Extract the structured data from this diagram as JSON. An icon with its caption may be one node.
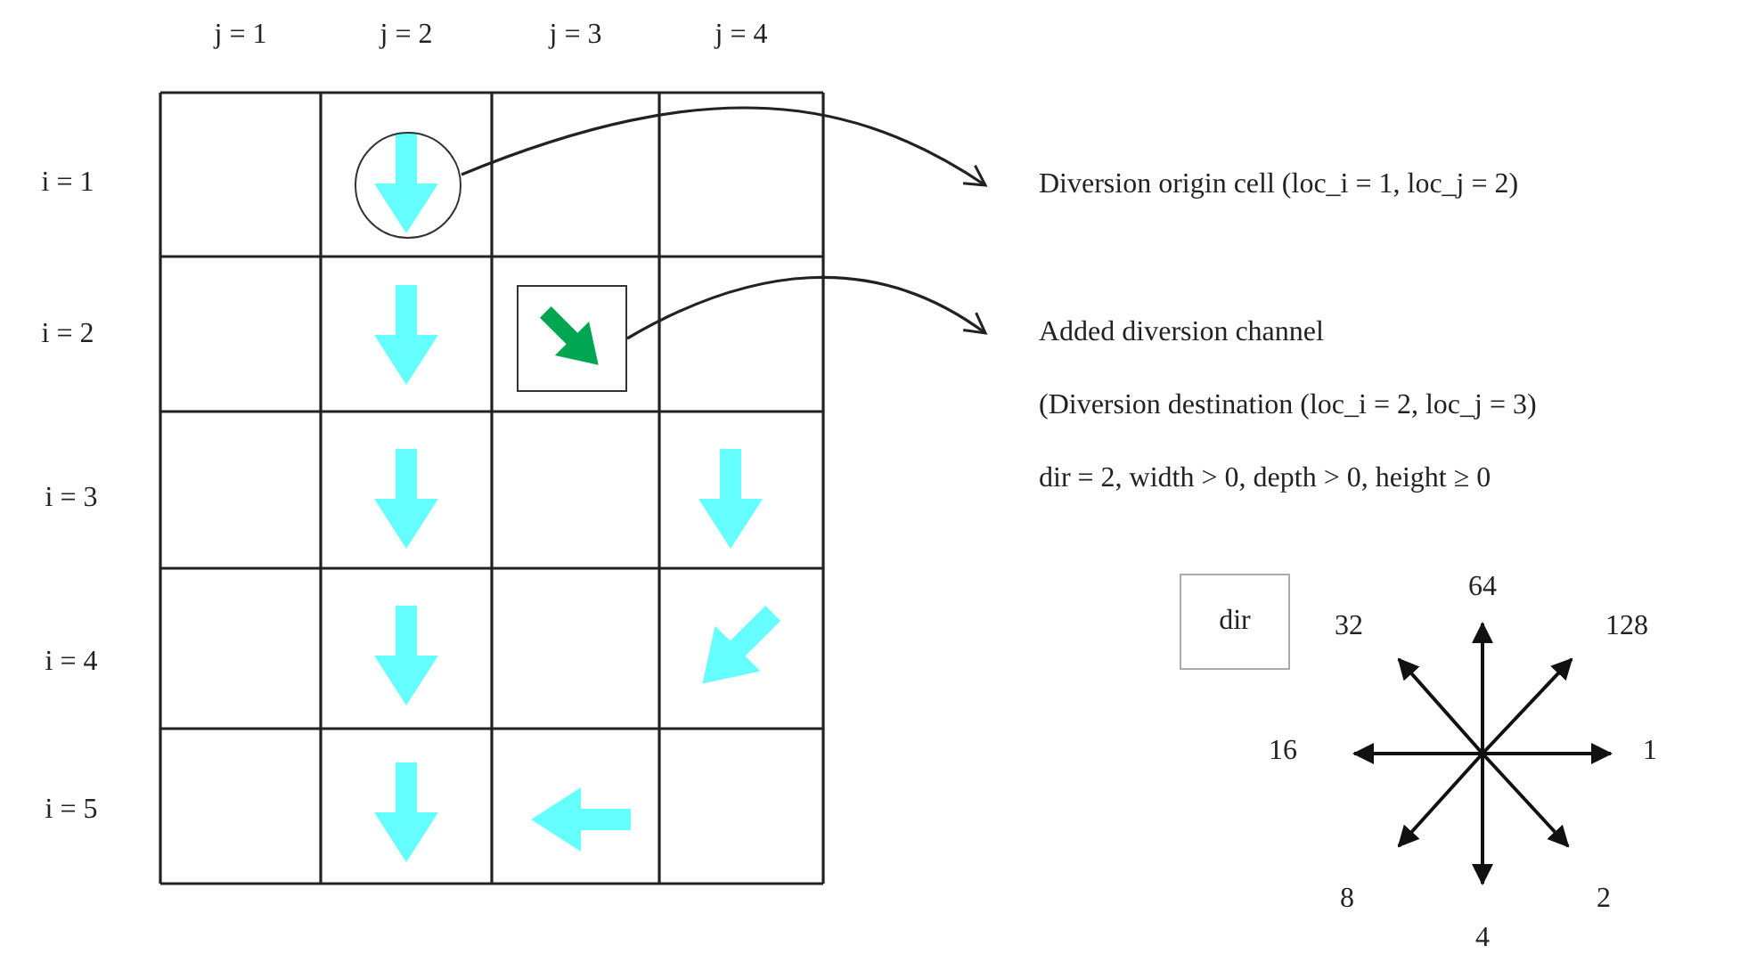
{
  "diagram": {
    "nodes": [
      {
        "text": [],
        "shape": "circle"
      },
      {
        "text": [
          "Diversion origin cell (loc_i = 1, loc_j = 2)"
        ]
      },
      {
        "text": [],
        "shape": "box"
      },
      {
        "text": [
          "Added diversion channel",
          "(Diversion destination (loc_i = 2, loc_j = 3)",
          "dir = 2, width > 0, depth > 0, height ≥ 0"
        ]
      },
      {
        "text": [
          "dir"
        ]
      }
    ],
    "edges": [
      {
        "from": 0,
        "to": 1,
        "arrow": "to"
      },
      {
        "from": 2,
        "to": 3,
        "arrow": "to"
      }
    ],
    "labels": [
      "j = 1",
      "j = 2",
      "j = 3",
      "j = 4",
      "i = 1",
      "i = 2",
      "i = 3",
      "i = 4",
      "i = 5",
      "64",
      "32",
      "128",
      "16",
      "1",
      "8",
      "2",
      "4"
    ]
  }
}
